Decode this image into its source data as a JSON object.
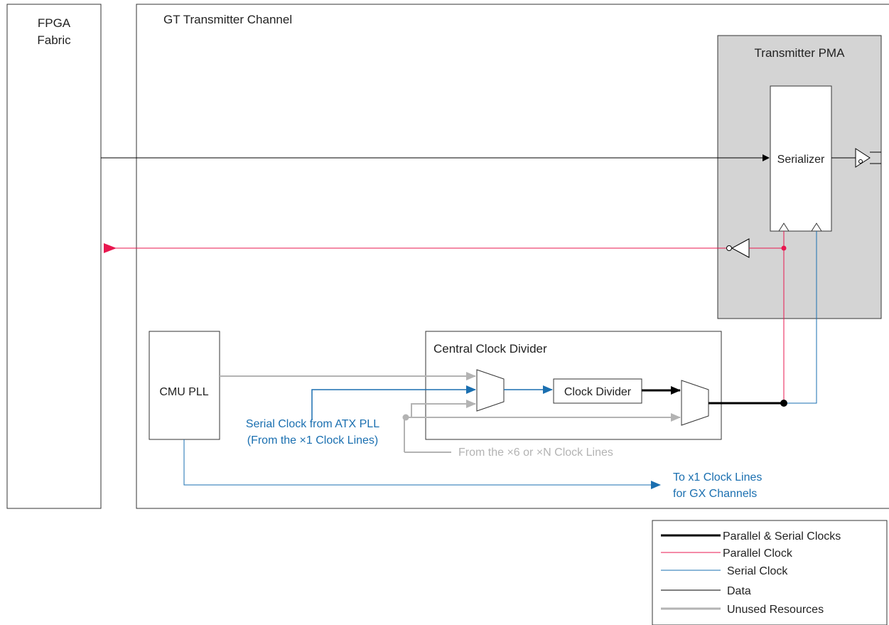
{
  "fpga": {
    "line1": "FPGA",
    "line2": "Fabric"
  },
  "channel": {
    "title": "GT Transmitter Channel"
  },
  "pma": {
    "title": "Transmitter PMA",
    "serializer": "Serializer"
  },
  "ccd": {
    "title": "Central Clock Divider",
    "clock_divider": "Clock Divider"
  },
  "cmu": {
    "label": "CMU PLL"
  },
  "serial_clock_atx": {
    "line1": "Serial Clock from ATX PLL",
    "line2": "(From the ×1 Clock Lines)"
  },
  "from_x6": {
    "label": "From the ×6 or ×N Clock Lines"
  },
  "to_x1": {
    "line1": "To x1 Clock Lines",
    "line2": "for GX Channels"
  },
  "legend": {
    "items": [
      {
        "label": "Parallel & Serial Clocks",
        "color": "#000000"
      },
      {
        "label": "Parallel Clock",
        "color": "#e8174f"
      },
      {
        "label": "Serial Clock",
        "color": "#1a6fb0"
      },
      {
        "label": "Data",
        "color": "#000000"
      },
      {
        "label": "Unused Resources",
        "color": "#b3b3b3"
      }
    ]
  },
  "colors": {
    "pma_fill": "#d4d4d4",
    "parallel": "#e8174f",
    "serial": "#1a6fb0",
    "unused": "#b3b3b3",
    "data": "#000000"
  }
}
